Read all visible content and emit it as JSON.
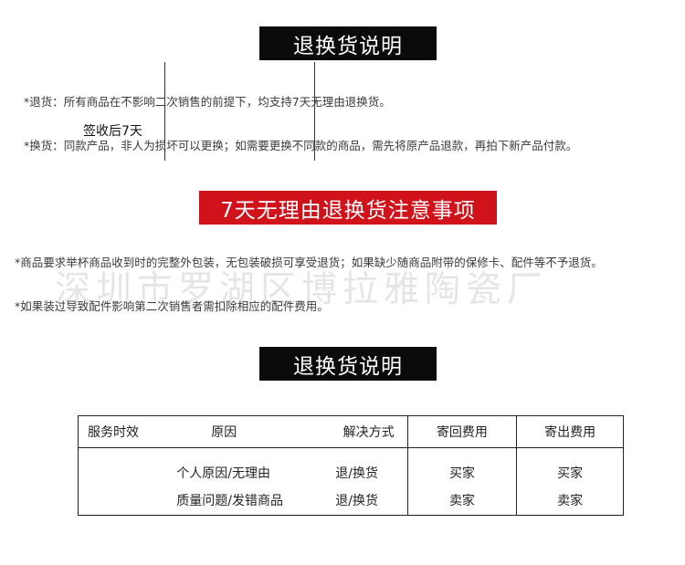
{
  "section1": {
    "title": "退换货说明",
    "lines": [
      "*退货：所有商品在不影响二次销售的前提下，均支持7天无理由退换货。",
      "*换货：同款产品，非人为损坏可以更换；如需要更换不同款的商品，需先将原产品退款，再拍下新产品付款。"
    ],
    "overlay_text": "签收后7天"
  },
  "section2": {
    "title": "7天无理由退换货注意事项",
    "lines": [
      "*商品要求举杯商品收到时的完整外包装，无包装破损可享受退货；如果缺少随商品附带的保修卡、配件等不予退货。",
      "*如果装过导致配件影响第二次销售者需扣除相应的配件费用。"
    ],
    "watermark": "深圳市罗湖区博拉雅陶瓷厂"
  },
  "section3": {
    "title": "退换货说明",
    "table": {
      "headers": [
        "服务时效",
        "原因",
        "解决方式",
        "寄回费用",
        "寄出费用"
      ],
      "rows": [
        [
          "",
          "个人原因/无理由",
          "退/换货",
          "买家",
          "买家"
        ],
        [
          "",
          "质量问题/发错商品",
          "退/换货",
          "卖家",
          "卖家"
        ]
      ]
    }
  },
  "colors": {
    "banner_dark": "#0b0b0b",
    "banner_red": "#d0121b"
  }
}
